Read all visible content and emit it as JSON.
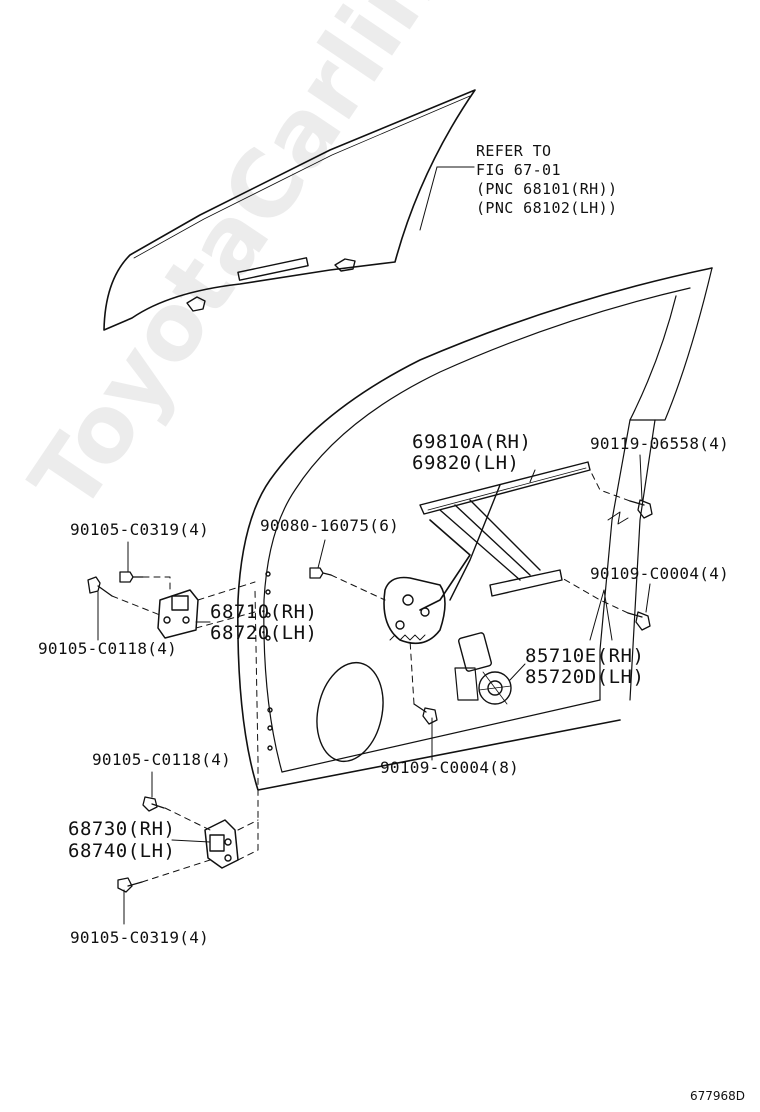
{
  "watermark": "ToyotaCarline.ru",
  "figure_id": "677968D",
  "refer": {
    "line1": "REFER TO",
    "line2": "FIG 67-01",
    "line3": "(PNC 68101(RH))",
    "line4": "(PNC 68102(LH))"
  },
  "parts": {
    "regulator_rh": "69810A(RH)",
    "regulator_lh": "69820(LH)",
    "bolt_90119": "90119-06558(4)",
    "bolt_90080": "90080-16075(6)",
    "bolt_90105_c0319_top": "90105-C0319(4)",
    "bolt_90105_c0118_top": "90105-C0118(4)",
    "upper_hinge_rh": "68710(RH)",
    "upper_hinge_lh": "68720(LH)",
    "bolt_90109_c0004_4": "90109-C0004(4)",
    "motor_rh": "85710E(RH)",
    "motor_lh": "85720D(LH)",
    "bolt_90109_c0004_8": "90109-C0004(8)",
    "bolt_90105_c0118_bottom": "90105-C0118(4)",
    "lower_hinge_rh": "68730(RH)",
    "lower_hinge_lh": "68740(LH)",
    "bolt_90105_c0319_bottom": "90105-C0319(4)"
  }
}
